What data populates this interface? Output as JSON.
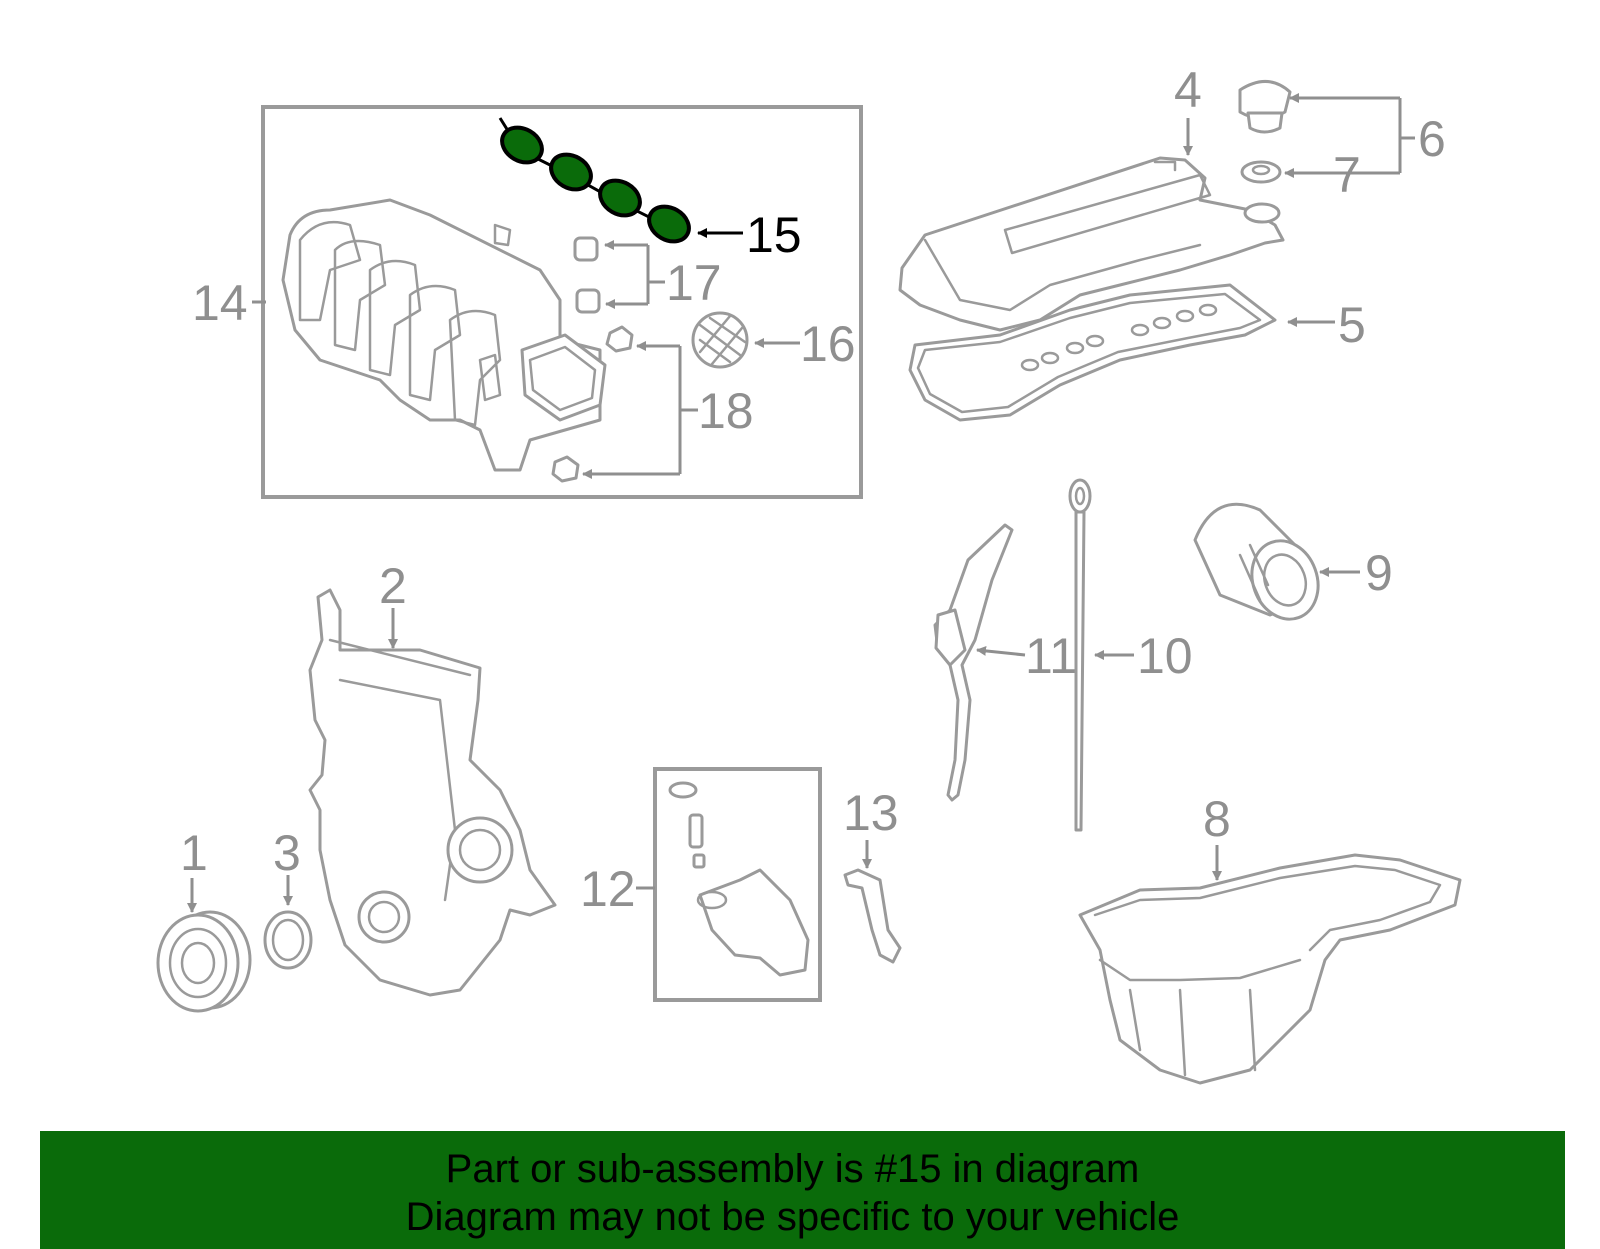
{
  "callouts": {
    "c1": "1",
    "c2": "2",
    "c3": "3",
    "c4": "4",
    "c5": "5",
    "c6": "6",
    "c7": "7",
    "c8": "8",
    "c9": "9",
    "c10": "10",
    "c11": "11",
    "c12": "12",
    "c13": "13",
    "c14": "14",
    "c15": "15",
    "c16": "16",
    "c17": "17",
    "c18": "18"
  },
  "highlighted_part": "15",
  "colors": {
    "highlight": "#0a6b0a",
    "line": "#9a9a9a",
    "footer_bg": "#0a6b0a"
  },
  "footer": {
    "line1": "Part or sub-assembly is #15 in diagram",
    "line2": "Diagram may not be specific to your vehicle"
  }
}
